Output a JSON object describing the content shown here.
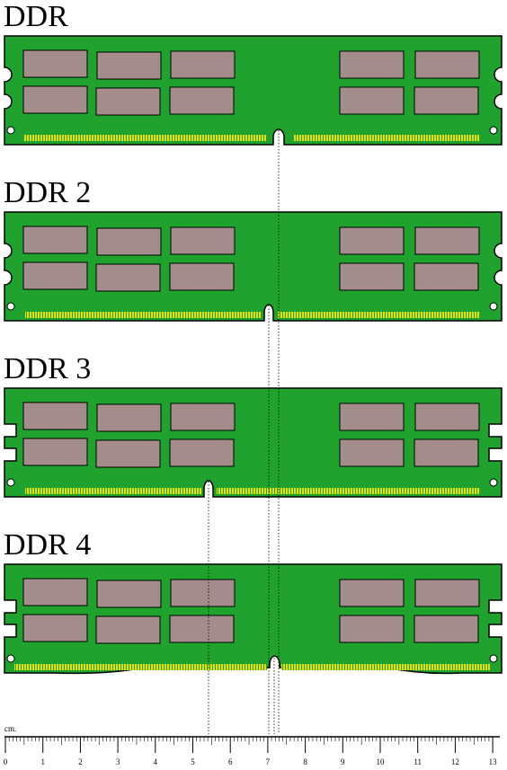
{
  "modules": [
    {
      "label": "DDR"
    },
    {
      "label": "DDR 2"
    },
    {
      "label": "DDR 3"
    },
    {
      "label": "DDR 4"
    }
  ],
  "ruler": {
    "unit": "cm.",
    "ticks": [
      "0",
      "1",
      "2",
      "3",
      "4",
      "5",
      "6",
      "7",
      "8",
      "9",
      "10",
      "11",
      "12",
      "13"
    ]
  },
  "colors": {
    "pcb": "#1fa22e",
    "chip": "#a58c8c",
    "pins": "#e8e000",
    "outline": "#000000"
  }
}
